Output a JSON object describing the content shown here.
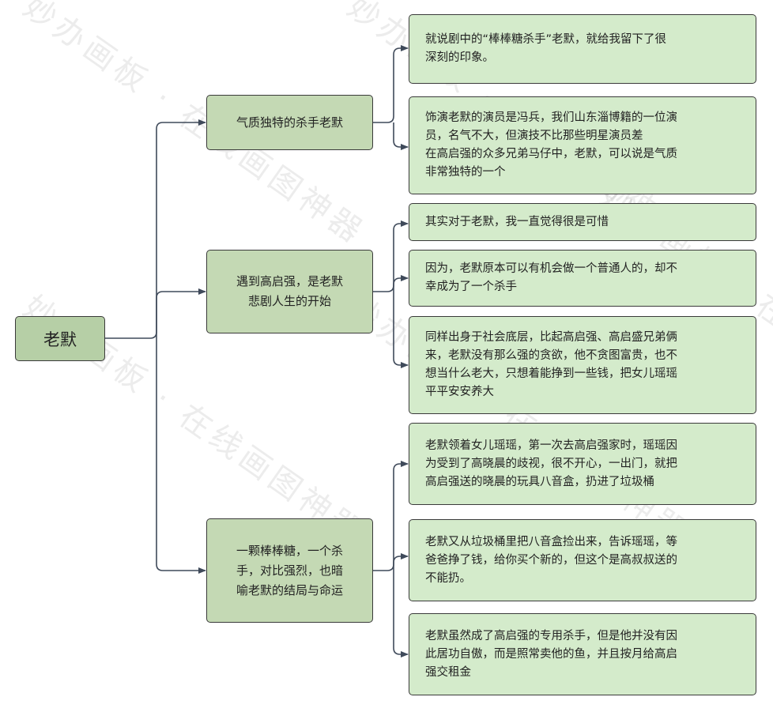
{
  "watermark": "妙办画板 · 在线画图神器",
  "root": {
    "label": "老默"
  },
  "branches": [
    {
      "label": "气质独特的杀手老默",
      "children": [
        "就说剧中的“棒棒糖杀手”老默，就给我留下了很\n深刻的印象。",
        "饰演老默的演员是冯兵，我们山东淄博籍的一位演\n员，名气不大，但演技不比那些明星演员差\n在高启强的众多兄弟马仔中，老默，可以说是气质\n非常独特的一个"
      ]
    },
    {
      "label": "遇到高启强，是老默\n悲剧人生的开始",
      "children": [
        "其实对于老默，我一直觉得很是可惜",
        "因为，老默原本可以有机会做一个普通人的，却不\n幸成为了一个杀手",
        "同样出身于社会底层，比起高启强、高启盛兄弟俩\n来，老默没有那么强的贪欲，他不贪图富贵，也不\n想当什么老大，只想着能挣到一些钱，把女儿瑶瑶\n平平安安养大"
      ]
    },
    {
      "label": "一颗棒棒糖，一个杀\n手，对比强烈，也暗\n喻老默的结局与命运",
      "children": [
        "老默领着女儿瑶瑶，第一次去高启强家时，瑶瑶因\n为受到了高晓晨的歧视，很不开心，一出门，就把\n高启强送的晓晨的玩具八音盒，扔进了垃圾桶",
        "老默又从垃圾桶里把八音盒捡出来，告诉瑶瑶，等\n爸爸挣了钱，给你买个新的，但这个是高叔叔送的\n不能扔。",
        "老默虽然成了高启强的专用杀手，但是他并没有因\n此居功自傲，而是照常卖他的鱼，并且按月给高启\n强交租金"
      ]
    }
  ]
}
